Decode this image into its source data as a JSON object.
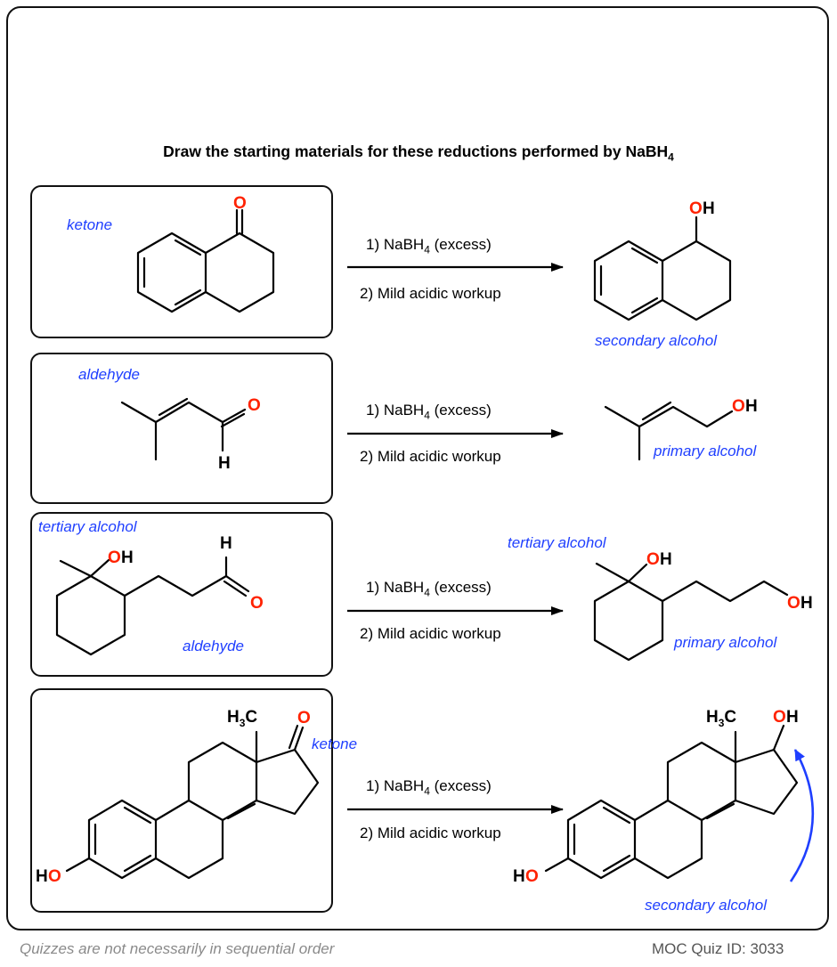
{
  "title": "Draw the starting materials for these reductions performed by NaBH",
  "title_sub": "4",
  "reagent_step1_prefix": "1) NaBH",
  "reagent_step1_sub": "4",
  "reagent_step1_suffix": " (excess)",
  "reagent_step2": "2) Mild acidic workup",
  "rows": [
    {
      "start_labels": [
        "ketone"
      ],
      "product_labels": [
        "secondary alcohol"
      ]
    },
    {
      "start_labels": [
        "aldehyde"
      ],
      "product_labels": [
        "primary alcohol"
      ]
    },
    {
      "start_labels": [
        "tertiary alcohol",
        "aldehyde"
      ],
      "product_labels": [
        "tertiary alcohol",
        "primary alcohol"
      ]
    },
    {
      "start_labels": [
        "ketone"
      ],
      "product_labels": [
        "secondary alcohol"
      ]
    }
  ],
  "atoms": {
    "O": "O",
    "H": "H",
    "OH_O": "O",
    "OH_H": "H",
    "HO_H": "H",
    "HO_O": "O",
    "C": "C",
    "sub3": "3"
  },
  "colors": {
    "label_blue": "#1f3fff",
    "oxygen_red": "#ff2200",
    "bond": "#000000",
    "footer_gray": "#8a8a8a",
    "footer_dark": "#555555"
  },
  "footer": {
    "left": "Quizzes are not necessarily in sequential order",
    "right": "MOC Quiz ID: 3033"
  }
}
